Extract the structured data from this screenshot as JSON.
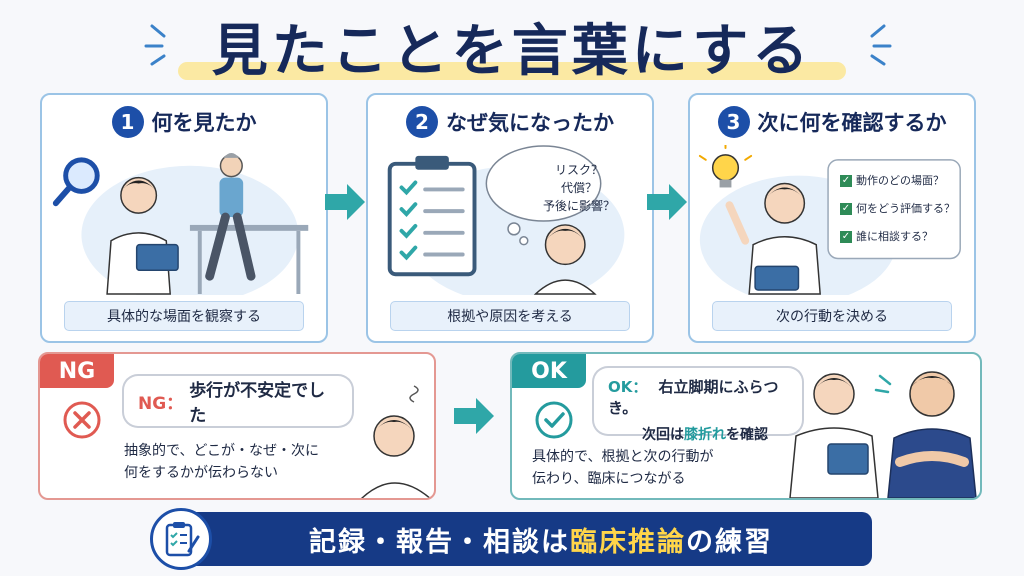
{
  "title": "見たことを言葉にする",
  "steps": [
    {
      "number": "1",
      "title": "何を見たか",
      "caption": "具体的な場面を観察する"
    },
    {
      "number": "2",
      "title": "なぜ気になったか",
      "caption": "根拠や原因を考える",
      "thought": [
        "リスク？",
        "代償？",
        "予後に影響？"
      ]
    },
    {
      "number": "3",
      "title": "次に何を確認するか",
      "caption": "次の行動を決める",
      "checklist": [
        "動作のどの場面？",
        "何をどう評価する？",
        "誰に相談する？"
      ]
    }
  ],
  "ng": {
    "tag": "NG",
    "label": "NG：",
    "statement": "歩行が不安定でした",
    "desc_line1": "抽象的で、どこが・なぜ・次に",
    "desc_line2": "何をするかが伝わらない"
  },
  "ok": {
    "tag": "OK",
    "label": "OK：",
    "statement": "右立脚期にふらつき。",
    "line2_pre": "次回は",
    "line2_hl": "膝折れ",
    "line2_post": "を確認",
    "desc_line1": "具体的で、根拠と次の行動が",
    "desc_line2": "伝わり、臨床につながる"
  },
  "banner": {
    "white_text": "記録・報告・相談は",
    "yellow_text": "臨床推論",
    "white_text2": "の練習"
  },
  "icons": [
    "magnifier-icon",
    "clipboard-icon",
    "lightbulb-icon",
    "cross-icon",
    "check-icon",
    "report-icon"
  ],
  "colors": {
    "navy": "#16295a",
    "blue": "#1d4fa8",
    "teal": "#249b9e",
    "red": "#e05a52",
    "yellow": "#ffd54a"
  }
}
